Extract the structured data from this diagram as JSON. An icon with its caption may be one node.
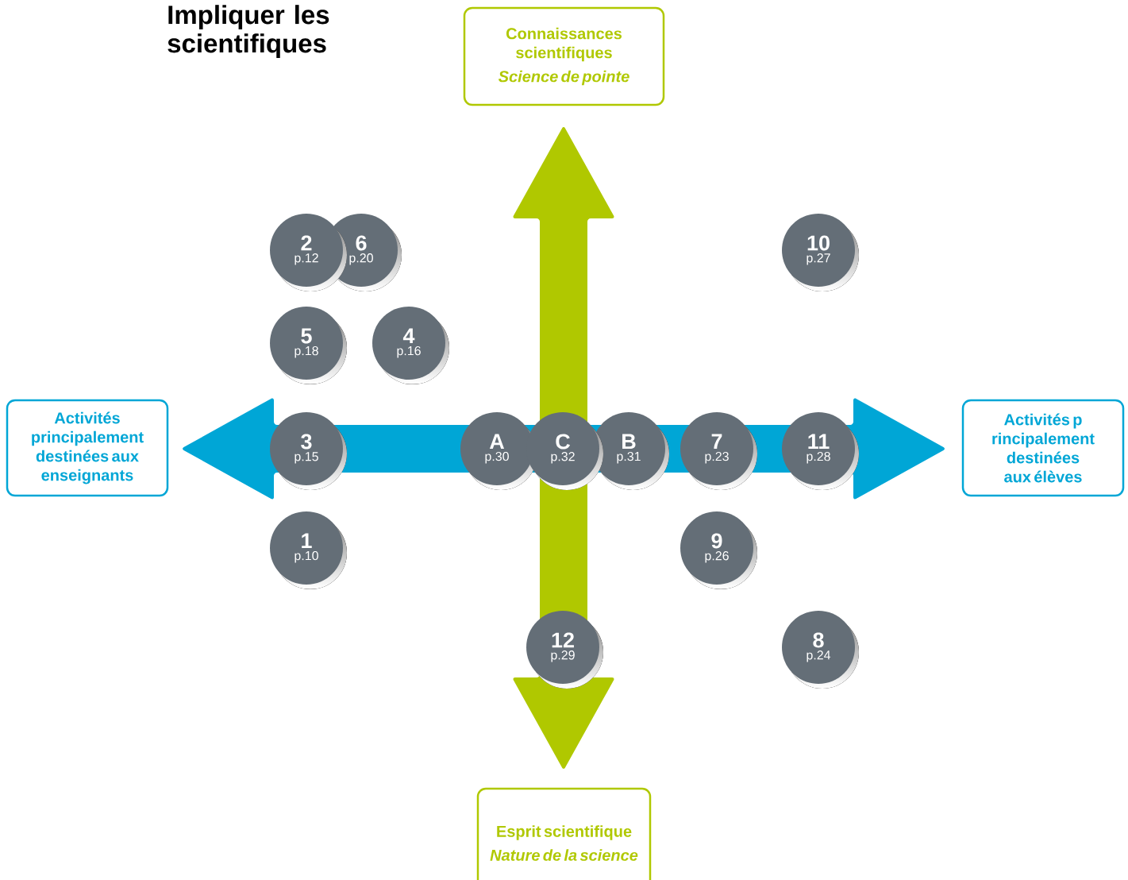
{
  "diagram": {
    "title": "Impliquer les scientifiques",
    "nodes": [
      {
        "text": [
          "Connaissances scientifiques",
          "Science de pointe"
        ]
      },
      {
        "text": [
          "2",
          "p.12"
        ]
      },
      {
        "text": [
          "6",
          "p.20"
        ]
      },
      {
        "text": [
          "10",
          "p.27"
        ]
      },
      {
        "text": [
          "5",
          "p.18"
        ]
      },
      {
        "text": [
          "4",
          "p.16"
        ]
      },
      {
        "text": [
          "Activités principalement destinées aux enseignants"
        ]
      },
      {
        "text": [
          "3",
          "p.15"
        ]
      },
      {
        "text": [
          "A",
          "p.30"
        ]
      },
      {
        "text": [
          "C",
          "p.32"
        ]
      },
      {
        "text": [
          "B",
          "p.31"
        ]
      },
      {
        "text": [
          "7",
          "p.23"
        ]
      },
      {
        "text": [
          "11",
          "p.28"
        ]
      },
      {
        "text": [
          "Activités p rincipalement destinées aux élèves"
        ]
      },
      {
        "text": [
          "1",
          "p.10"
        ]
      },
      {
        "text": [
          "9",
          "p.26"
        ]
      },
      {
        "text": [
          "12",
          "p.29"
        ]
      },
      {
        "text": [
          "8",
          "p.24"
        ]
      },
      {
        "text": [
          "Esprit scientifique",
          "Nature de la science"
        ]
      }
    ]
  }
}
